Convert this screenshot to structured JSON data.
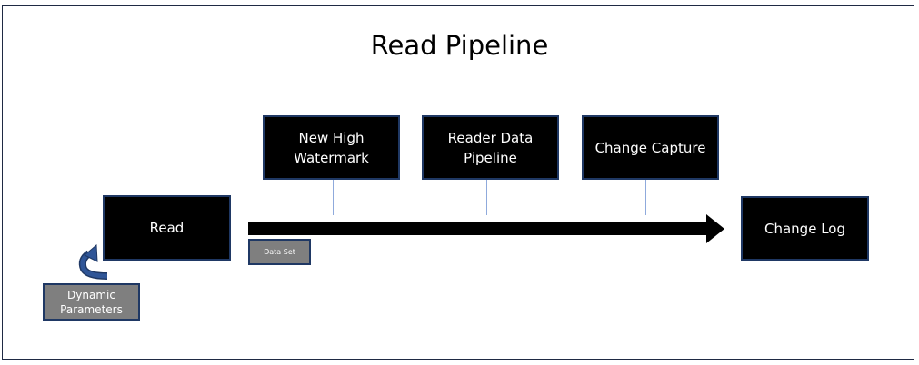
{
  "title": "Read Pipeline",
  "boxes": {
    "read": "Read",
    "new_high_watermark": "New High Watermark",
    "reader_data_pipeline": "Reader Data Pipeline",
    "change_capture": "Change Capture",
    "change_log": "Change Log"
  },
  "labels": {
    "data_set": "Data Set",
    "dynamic_parameters": "Dynamic Parameters"
  },
  "colors": {
    "box_fill": "#000000",
    "box_border": "#1f3864",
    "label_fill": "#7f7f7f",
    "connector": "#8faadc",
    "curved_arrow": "#2f5597"
  },
  "icons": {
    "curved_arrow": "curved-arrow-icon",
    "flow_arrow": "flow-arrow-icon"
  }
}
